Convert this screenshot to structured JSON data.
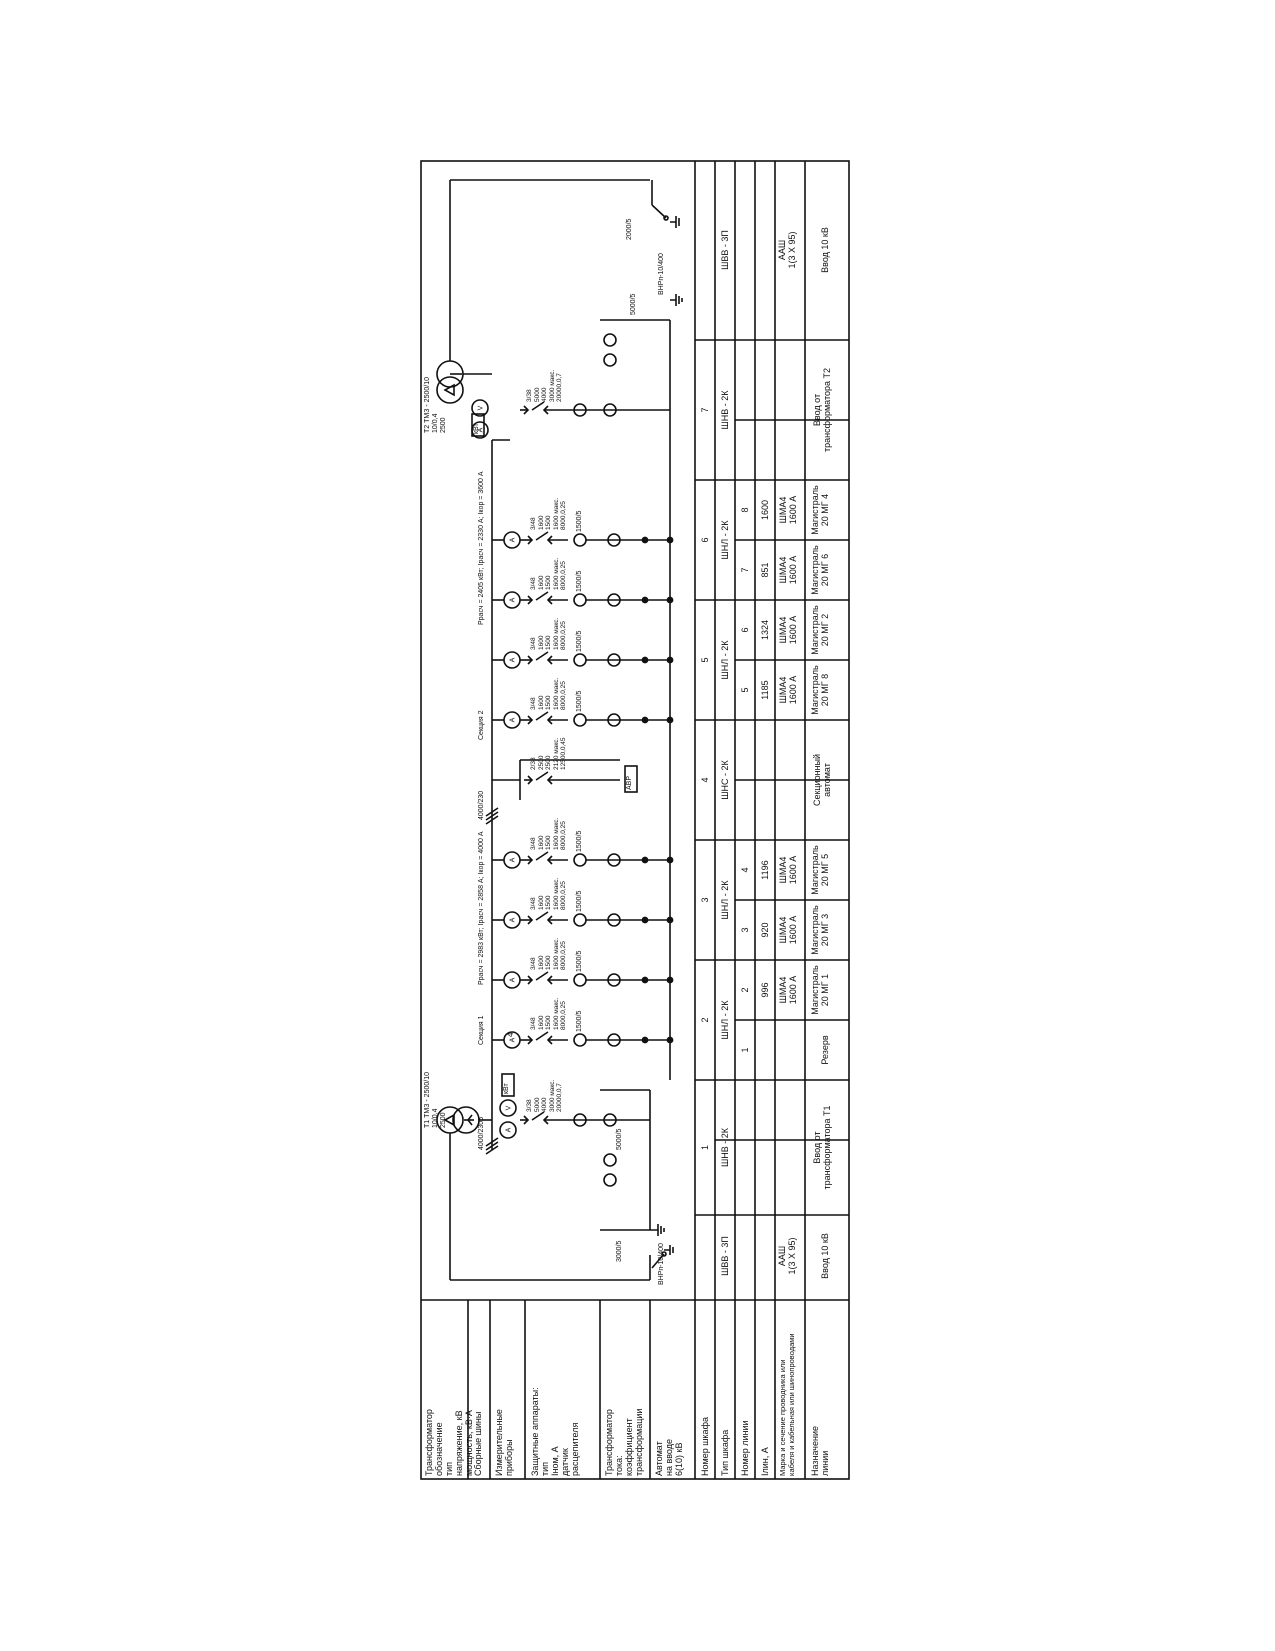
{
  "header_rows": [
    "Трансформатор\nобозначение\nтип\nнапряжение, кВ\nмощность, кВ·А",
    "Сборные шины",
    "Измерительные\nприборы",
    "Защитные аппараты:\nтип\nIном, А\nдатчик\nрасцепителя",
    "Трансформатор\nтока:\nкоэффициент\nтрансформации",
    "Автомат\nна вводе\n6(10) кВ"
  ],
  "table_header": {
    "cabinet_no": "Номер шкафа",
    "cabinet_type": "Тип шкафа",
    "line_no": "Номер линии",
    "i_line": "Iлин, А",
    "cable_mark": "Марка и сечение проводника или\nкабеля и кабельная или шинопроводами",
    "purpose": "Назначение\nлинии"
  },
  "transformers": {
    "t1": {
      "lines": [
        "Т1",
        "ТМЗ - 2500/10",
        "10/0,4",
        "2500"
      ]
    },
    "t2": {
      "lines": [
        "Т2",
        "ТМЗ - 2500/10",
        "10/0,4",
        "2500"
      ]
    }
  },
  "bus": {
    "section1": "Секция 1",
    "section2": "Секция 2",
    "bus1": "4000/2305",
    "bus2": "4000/230",
    "ratings": "Pрасч = 2983 кВт;  Iрасч = 2858 А;  Iкор = 4000 А",
    "ratings2": "Pрасч = 2405 кВт;  Iрасч = 2330 А;  Iкор = 3600 А"
  },
  "hv_switch": {
    "left": "ВНРп-10/400",
    "right": "ВНРп-10/400"
  },
  "ct": {
    "incomer_in": "3000/5",
    "incomer_out": "5000/5",
    "feeder": "1500/5",
    "incomer2_in": "5000/5",
    "incomer2_out": "2000/5"
  },
  "relay_box": "кВт",
  "avr_box": "АВР",
  "breaker_incomer": [
    "3/38",
    "5000",
    "4000",
    "3000 макс.",
    "20000,0,7"
  ],
  "breaker_feeder": [
    "3/48",
    "1600",
    "1500",
    "1600 макс.",
    "8000,0,25"
  ],
  "breaker_sect": [
    "2/38",
    "2500",
    "2500",
    "2120 макс.",
    "12500,0,45"
  ],
  "grid_section_label": "4",
  "cabinets": [
    {
      "no": "",
      "type": "ШВВ - 3П",
      "line": "",
      "i": "",
      "cable": "ААШ\n1(3 X 95)",
      "purpose": "Ввод 10 кВ"
    },
    {
      "no": "1",
      "type": "ШНВ - 2К",
      "line": "",
      "i": "",
      "cable": "",
      "purpose": "Ввод от\nтрансформатора Т1"
    },
    {
      "no": "2",
      "type": "ШНЛ - 2К",
      "line": "",
      "i": "",
      "cable": "",
      "purpose": ""
    },
    {
      "no": "3",
      "type": "ШНЛ - 2К",
      "line": "",
      "i": "",
      "cable": "",
      "purpose": ""
    },
    {
      "no": "4",
      "type": "ШНС - 2К",
      "line": "",
      "i": "",
      "cable": "",
      "purpose": "Секционный\nавтомат"
    },
    {
      "no": "5",
      "type": "ШНЛ - 2К",
      "line": "",
      "i": "",
      "cable": "",
      "purpose": ""
    },
    {
      "no": "6",
      "type": "ШНЛ - 2К",
      "line": "",
      "i": "",
      "cable": "",
      "purpose": ""
    },
    {
      "no": "7",
      "type": "ШНВ - 2К",
      "line": "",
      "i": "",
      "cable": "",
      "purpose": "Ввод от\nтрансформатора Т2"
    },
    {
      "no": "",
      "type": "ШВВ - 3П",
      "line": "",
      "i": "",
      "cable": "ААШ\n1(3 X 95)",
      "purpose": "Ввод 10 кВ"
    }
  ],
  "lines": [
    {
      "no": "1",
      "i": "",
      "cable": "",
      "purpose": "Резерв"
    },
    {
      "no": "2",
      "i": "996",
      "cable": "ШМА4\n1600 А",
      "purpose": "Магистраль\n20 МГ 1"
    },
    {
      "no": "3",
      "i": "920",
      "cable": "ШМА4\n1600 А",
      "purpose": "Магистраль\n20 МГ 3"
    },
    {
      "no": "4",
      "i": "1196",
      "cable": "ШМА4\n1600 А",
      "purpose": "Магистраль\n20 МГ 5"
    },
    {
      "no": "5",
      "i": "1185",
      "cable": "ШМА4\n1600 А",
      "purpose": "Магистраль\n20 МГ 8"
    },
    {
      "no": "6",
      "i": "1324",
      "cable": "ШМА4\n1600 А",
      "purpose": "Магистраль\n20 МГ 2"
    },
    {
      "no": "7",
      "i": "851",
      "cable": "ШМА4\n1600 А",
      "purpose": "Магистраль\n20 МГ 6"
    },
    {
      "no": "8",
      "i": "1600",
      "cable": "ШМА4\n1600 А",
      "purpose": "Магистраль\n20 МГ 4"
    }
  ],
  "meter_labels": {
    "ammeter": "A",
    "voltmeter": "V"
  }
}
